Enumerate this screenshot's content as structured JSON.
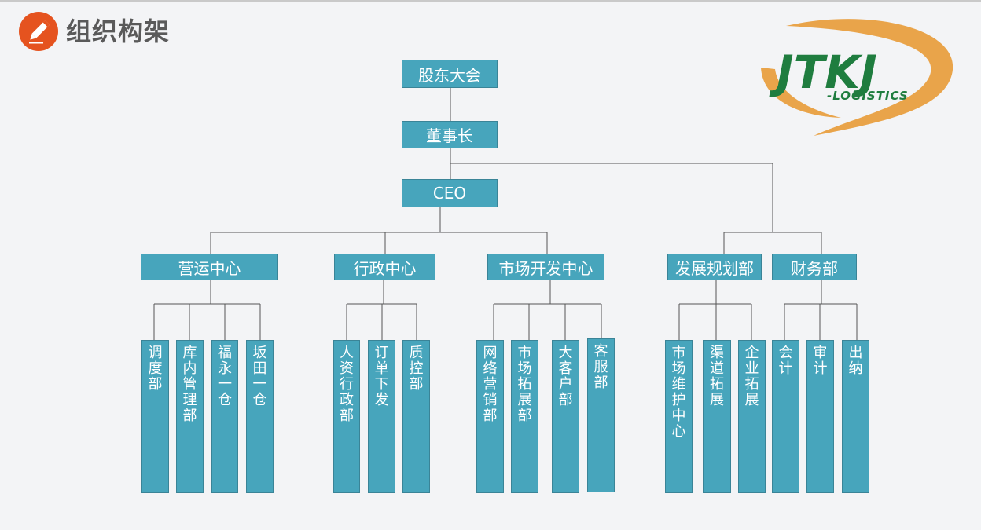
{
  "page": {
    "title": "组织构架",
    "title_icon": "pencil-icon"
  },
  "logo": {
    "main": "JTKJ",
    "sub": "-LOGISTICS",
    "brand_green": "#1f7d3f",
    "swoosh_orange": "#e9a44a"
  },
  "colors": {
    "node_fill": "#47a5bc",
    "node_border": "#3a8497",
    "line": "#555555",
    "title_icon_bg": "#e5531f"
  },
  "chart": {
    "shareholders": "股东大会",
    "chairman": "董事长",
    "ceo": "CEO",
    "centers": [
      {
        "label": "营运中心",
        "children": [
          "调度部",
          "库内管理部",
          "福永一仓",
          "坂田一仓"
        ]
      },
      {
        "label": "行政中心",
        "children": [
          "人资行政部",
          "订单下发",
          "质控部"
        ]
      },
      {
        "label": "市场开发中心",
        "children": [
          "网络营销部",
          "市场拓展部",
          "大客户部",
          "客服部"
        ]
      },
      {
        "label": "发展规划部",
        "children": [
          "市场维护中心",
          "渠道拓展",
          "企业拓展"
        ]
      },
      {
        "label": "财务部",
        "children": [
          "会计",
          "审计",
          "出纳"
        ]
      }
    ]
  }
}
